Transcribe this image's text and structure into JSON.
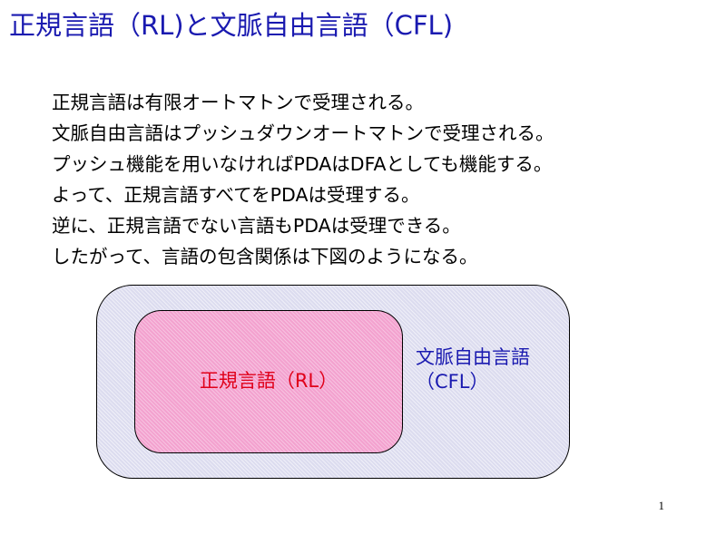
{
  "slide": {
    "title": "正規言語（RL)と文脈自由言語（CFL)",
    "body_lines": [
      "正規言語は有限オートマトンで受理される。",
      "文脈自由言語はプッシュダウンオートマトンで受理される。",
      "プッシュ機能を用いなければPDAはDFAとしても機能する。",
      "よって、正規言語すべてをPDAは受理する。",
      "逆に、正規言語でない言語もPDAは受理できる。",
      "したがって、言語の包含関係は下図のようになる。"
    ],
    "page_number": "1"
  },
  "diagram": {
    "inner_set_label": "正規言語（RL）",
    "outer_set_label_line1": "文脈自由言語",
    "outer_set_label_line2": "（CFL）",
    "colors": {
      "outer_fill": "#dcdcef",
      "inner_fill": "#f3a2cf",
      "inner_label": "#e0001a",
      "outer_label": "#1a1ab0",
      "title": "#1a1ab0"
    }
  }
}
